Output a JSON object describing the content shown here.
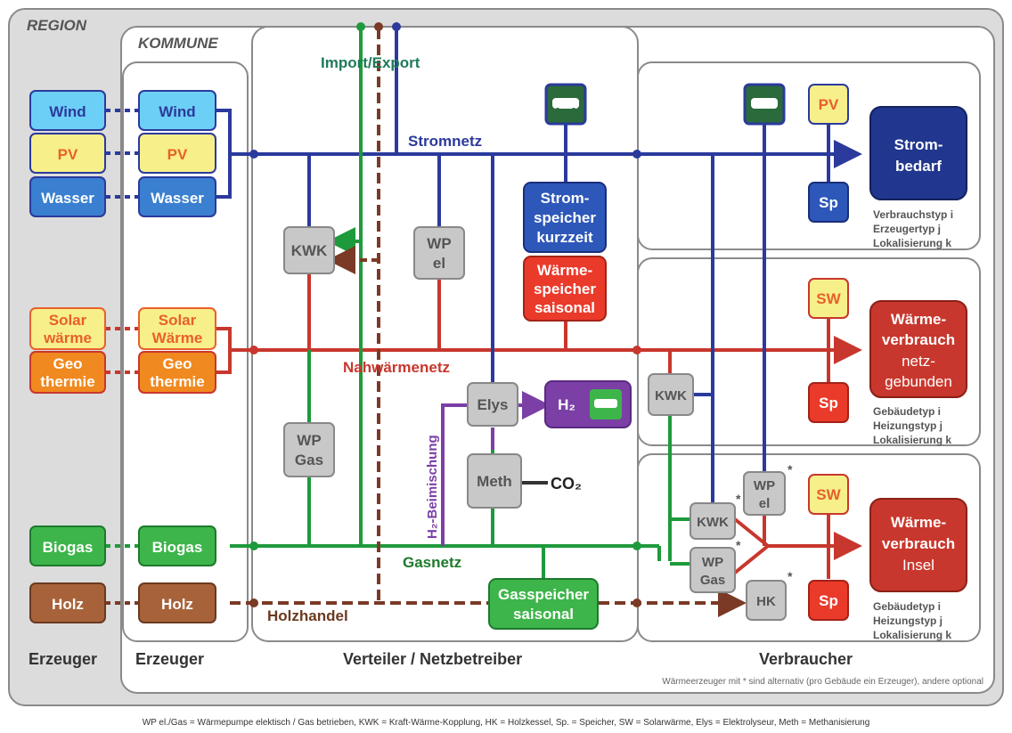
{
  "labels": {
    "region": "REGION",
    "kommune": "KOMMUNE",
    "import_export": "Import/Export",
    "stromnetz": "Stromnetz",
    "nahwaermenetz": "Nahwärmenetz",
    "gasnetz": "Gasnetz",
    "holzhandel": "Holzhandel",
    "h2_beimischung": "H₂-Beimischung",
    "co2": "CO₂",
    "h2": "H₂"
  },
  "region_sources": [
    "Wind",
    "PV",
    "Wasser",
    "Solar",
    "wärme",
    "Geo",
    "thermie",
    "Biogas",
    "Holz"
  ],
  "kommune_sources": [
    "Wind",
    "PV",
    "Wasser",
    "Solar",
    "Wärme",
    "Geo",
    "thermie",
    "Biogas",
    "Holz"
  ],
  "components": {
    "kwk": "KWK",
    "wp_el_1": "WP",
    "wp_el_2": "el",
    "wp_gas_1": "WP",
    "wp_gas_2": "Gas",
    "stromspeicher": [
      "Strom-",
      "speicher",
      "kurzzeit"
    ],
    "waermespeicher": [
      "Wärme-",
      "speicher",
      "saisonal"
    ],
    "elys": "Elys",
    "meth": "Meth",
    "gasspeicher": [
      "Gasspeicher",
      "saisonal"
    ],
    "hk": "HK",
    "pv": "PV",
    "sp": "Sp",
    "sw": "SW",
    "asterisk": "*"
  },
  "consumers": {
    "strombedarf": [
      "Strom-",
      "bedarf"
    ],
    "waerme_netz": [
      "Wärme-",
      "verbrauch",
      "netz-",
      "gebunden"
    ],
    "waerme_insel": [
      "Wärme-",
      "verbrauch",
      "Insel"
    ],
    "info_strom": [
      "Verbrauchstyp i",
      "Erzeugertyp j",
      "Lokalisierung k"
    ],
    "info_netz": [
      "Gebäudetyp i",
      "Heizungstyp j",
      "Lokalisierung k"
    ],
    "info_insel": [
      "Gebäudetyp i",
      "Heizungstyp j",
      "Lokalisierung k"
    ]
  },
  "columns": {
    "erzeuger_region": "Erzeuger",
    "erzeuger_kommune": "Erzeuger",
    "verteiler": "Verteiler / Netzbetreiber",
    "verbraucher": "Verbraucher"
  },
  "note": "Wärmeerzeuger mit * sind alternativ (pro Gebäude ein Erzeuger), andere optional",
  "footer": "WP el./Gas = Wärmepumpe elektisch / Gas betrieben, KWK = Kraft-Wärme-Kopplung, HK = Holzkessel, Sp. = Speicher, SW = Solarwärme, Elys = Elektrolyseur, Meth = Methanisierung",
  "colors": {
    "strom": "#2b3a9c",
    "waerme": "#c8372d",
    "gas": "#1e9a3c",
    "holz": "#7a3a25",
    "h2": "#7b3fa6",
    "import": "#1e7a5a"
  }
}
